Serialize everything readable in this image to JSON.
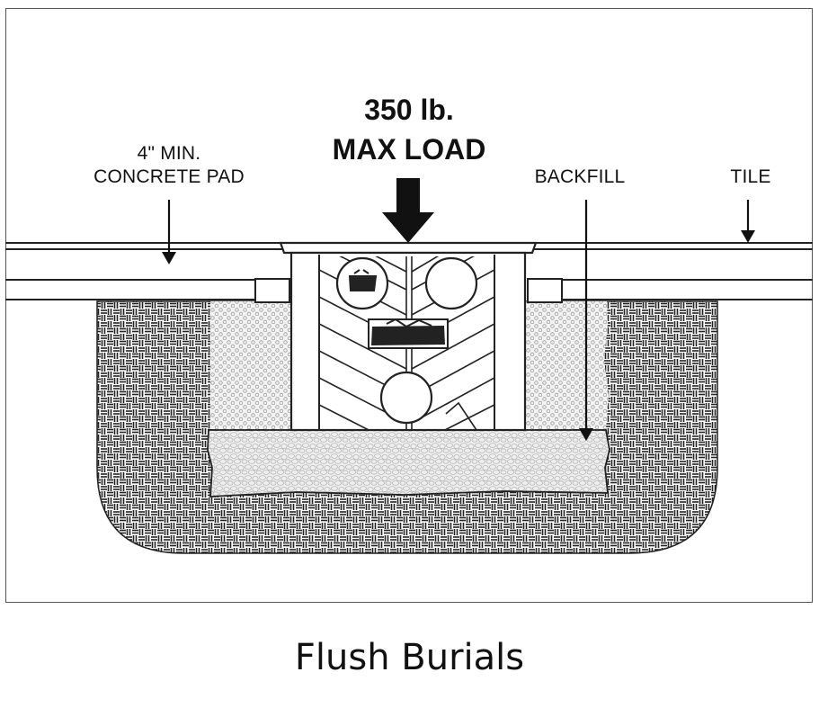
{
  "diagram": {
    "load_value": "350 lb.",
    "load_label": "MAX LOAD",
    "concrete_label_line1": "4\" MIN.",
    "concrete_label_line2": "CONCRETE PAD",
    "backfill_label": "BACKFILL",
    "tile_label": "TILE",
    "caption": "Flush Burials",
    "colors": {
      "ink": "#111111",
      "soil": "#333333",
      "gravel": "#e8e8e8",
      "frame": "#555555"
    }
  }
}
